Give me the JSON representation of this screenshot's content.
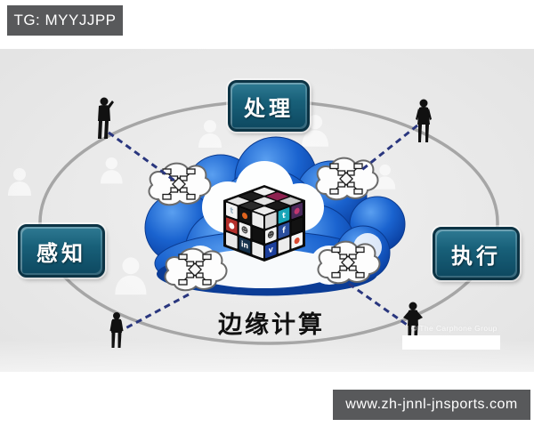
{
  "badges": {
    "tg": "TG: MYYJJPP",
    "url": "www.zh-jnnl-jnsports.com"
  },
  "diagram": {
    "center_label": "边缘计算",
    "nodes": {
      "top": "处理",
      "left": "感知",
      "right": "执行"
    },
    "stock_watermark": "© The Carphone Group"
  },
  "colors": {
    "node_teal_top": "#2f7a93",
    "node_teal_bottom": "#0d4860",
    "node_border": "#0c3344",
    "dashed_line": "#29367e",
    "ellipse_stroke": "#a6a6a6",
    "cloud_blue": "#1a63cf",
    "cloud_blue_dark": "#0a3a92",
    "canvas_gray": "#e9e9e9",
    "badge_gray": "#58595b"
  },
  "cube": {
    "top_tiles": [
      "#e6e6e6",
      "#1d1d1d",
      "#efefef",
      "#2b2b2b",
      "#e2e2e2",
      "#8e2150",
      "#ececec",
      "#191919",
      "#c9c9c9"
    ],
    "left_tiles": [
      {
        "bg": "#f2f2f2",
        "glyph": "t",
        "fg": "#8fa9bc"
      },
      {
        "bg": "#141414",
        "glyph": "●",
        "fg": "#e2641e"
      },
      {
        "bg": "#ececec",
        "glyph": "",
        "fg": ""
      },
      {
        "bg": "#b5302c",
        "glyph": "●",
        "fg": "#ffffff"
      },
      {
        "bg": "#f0f0f0",
        "glyph": "☻",
        "fg": "#4a4a4a"
      },
      {
        "bg": "#101010",
        "glyph": "",
        "fg": ""
      },
      {
        "bg": "#e8e8e8",
        "glyph": "",
        "fg": ""
      },
      {
        "bg": "#15324c",
        "glyph": "in",
        "fg": "#ffffff"
      },
      {
        "bg": "#ededed",
        "glyph": "",
        "fg": ""
      }
    ],
    "right_tiles": [
      {
        "bg": "#d8d8d8",
        "glyph": "",
        "fg": ""
      },
      {
        "bg": "#18a5b8",
        "glyph": "t",
        "fg": "#ffffff"
      },
      {
        "bg": "#4a2a5a",
        "glyph": "●",
        "fg": "#c03670"
      },
      {
        "bg": "#f0f0f0",
        "glyph": "☻",
        "fg": "#333333"
      },
      {
        "bg": "#2b4f9e",
        "glyph": "f",
        "fg": "#ffffff"
      },
      {
        "bg": "#121212",
        "glyph": "",
        "fg": ""
      },
      {
        "bg": "#1c3f9c",
        "glyph": "v",
        "fg": "#ffffff"
      },
      {
        "bg": "#ececec",
        "glyph": "",
        "fg": ""
      },
      {
        "bg": "#f5f5f5",
        "glyph": "●",
        "fg": "#d94b32"
      }
    ]
  }
}
